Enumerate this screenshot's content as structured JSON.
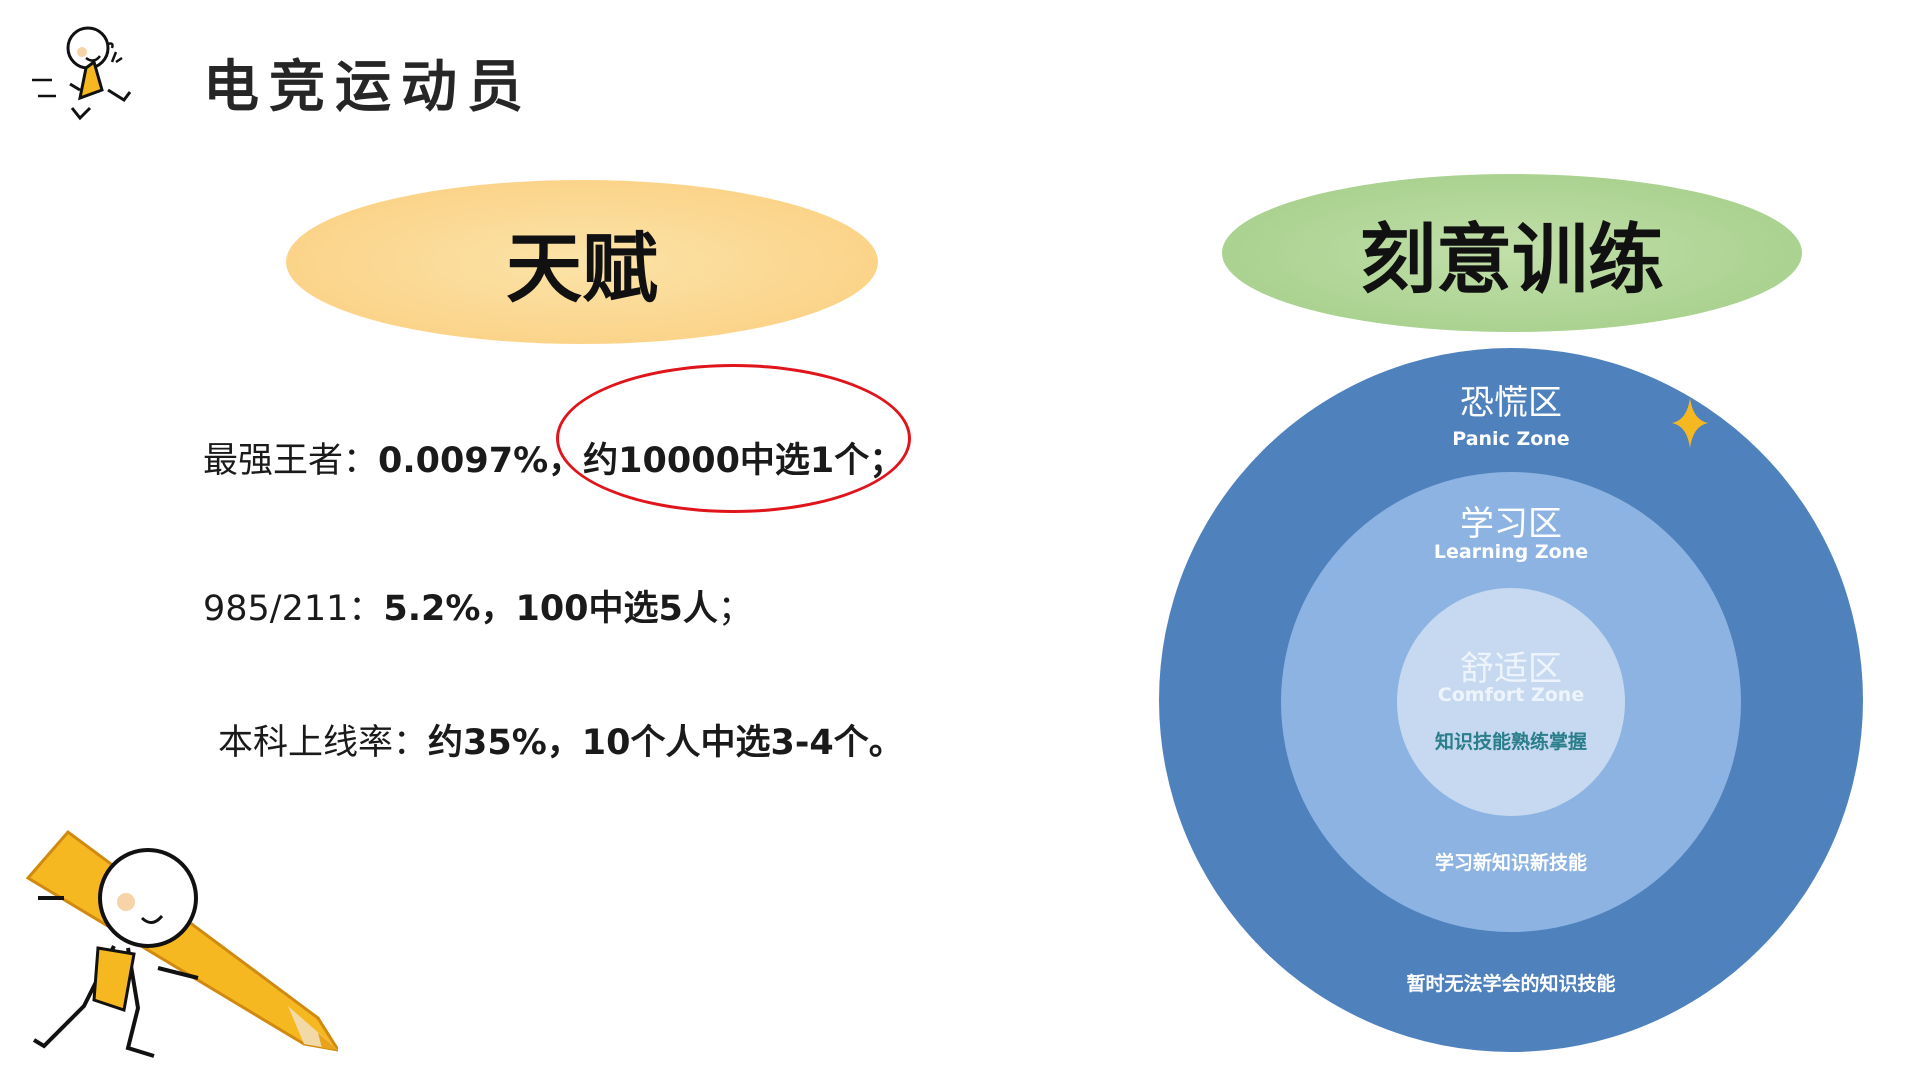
{
  "header": {
    "title": "电竞运动员",
    "logo_icon": "running-stick-figure-icon"
  },
  "left": {
    "heading": "天赋",
    "lines": [
      {
        "label": "最强王者：",
        "value": "0.0097%，",
        "highlight": "约10000中选1个；"
      },
      {
        "label": "985/211：",
        "value": "5.2%，100中选5人",
        "tail": "；"
      },
      {
        "label": "本科上线率：",
        "value": "约35%，10个人中选3-4个。"
      }
    ]
  },
  "right": {
    "heading": "刻意训练",
    "zones": {
      "panic": {
        "zh": "恐慌区",
        "en": "Panic Zone",
        "note": "暂时无法学会的知识技能"
      },
      "learning": {
        "zh": "学习区",
        "en": "Learning Zone",
        "note": "学习新知识新技能"
      },
      "comfort": {
        "zh": "舒适区",
        "en": "Comfort Zone",
        "note": "知识技能熟练掌握"
      }
    }
  },
  "colors": {
    "panic": "#4f81bd",
    "learning": "#8db3e2",
    "comfort": "#c6d9f0",
    "highlight_ring": "#e0141b",
    "star": "#f6b820"
  }
}
